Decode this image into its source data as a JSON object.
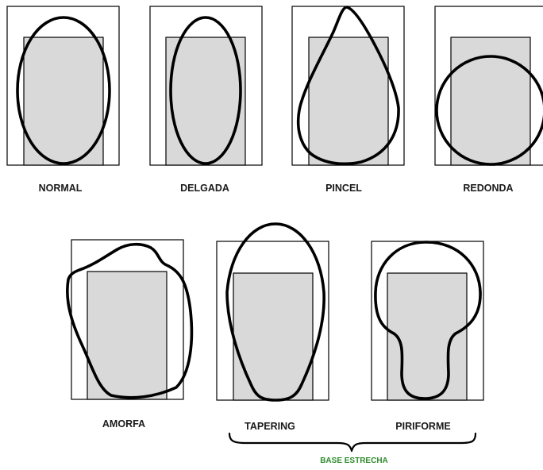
{
  "shapes": [
    {
      "id": "normal",
      "label": "NORMAL"
    },
    {
      "id": "delgada",
      "label": "DELGADA"
    },
    {
      "id": "pincel",
      "label": "PINCEL"
    },
    {
      "id": "redonda",
      "label": "REDONDA"
    },
    {
      "id": "amorfa",
      "label": "AMORFA"
    },
    {
      "id": "tapering",
      "label": "TAPERING"
    },
    {
      "id": "piriforme",
      "label": "PIRIFORME"
    }
  ],
  "group": {
    "label": "BASE ESTRECHA",
    "color": "#2e8b2e"
  },
  "colors": {
    "inner_fill": "#d9d9d9",
    "outline": "#000000",
    "background": "#ffffff"
  }
}
